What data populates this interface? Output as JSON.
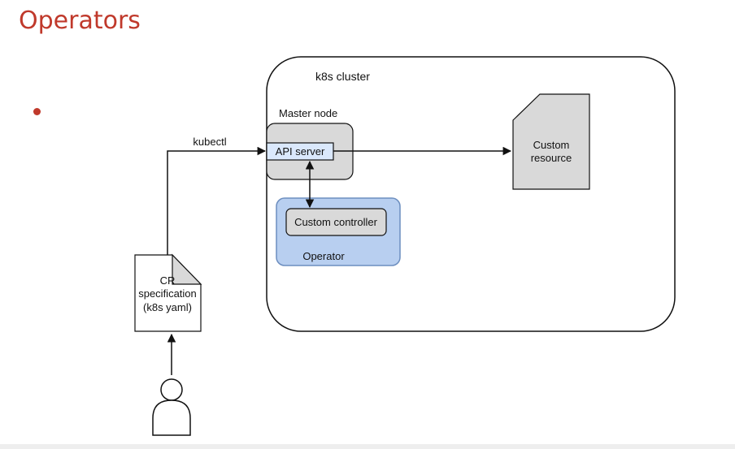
{
  "slide": {
    "title": "Operators",
    "title_color": "#c0392b",
    "bullet_color": "#c0392b"
  },
  "diagram": {
    "cluster_label": "k8s cluster",
    "master_node_label": "Master node",
    "api_server_label": "API server",
    "operator_label": "Operator",
    "custom_controller_label": "Custom controller",
    "custom_resource_line1": "Custom",
    "custom_resource_line2": "resource",
    "kubectl_label": "kubectl",
    "cr_spec_line1": "CR",
    "cr_spec_line2": "specification",
    "cr_spec_line3": "(k8s yaml)",
    "user_icon": "person-icon",
    "colors": {
      "node_fill": "#d9d9d9",
      "api_server_fill": "#dae8fc",
      "operator_fill": "#b8cff0",
      "operator_border": "#6c8ebf",
      "line": "#111111"
    }
  }
}
